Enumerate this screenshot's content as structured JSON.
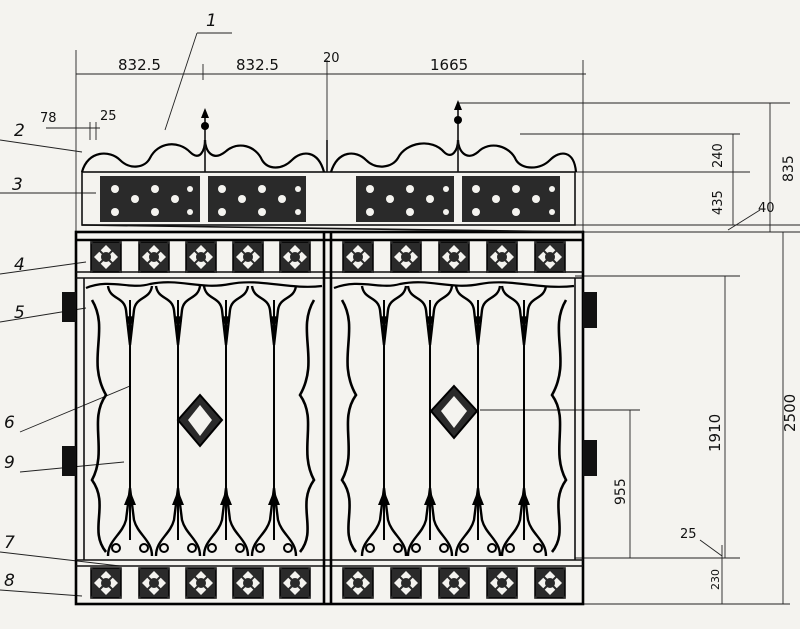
{
  "dimensions": {
    "top_left_span": "832.5",
    "top_mid_span": "832.5",
    "gap": "20",
    "top_right_span": "1665",
    "left_small_a": "78",
    "left_small_b": "25",
    "top_band": "240",
    "upper_band": "435",
    "right_total_upper": "835",
    "rail": "40",
    "full_height": "2500",
    "panel_height": "1910",
    "mid_height": "955",
    "bottom_gap": "25",
    "bottom_band": "230"
  },
  "callouts": [
    "1",
    "2",
    "3",
    "4",
    "5",
    "6",
    "7",
    "8",
    "9"
  ],
  "colors": {
    "ink": "#111111",
    "paper": "#f4f3ef"
  }
}
